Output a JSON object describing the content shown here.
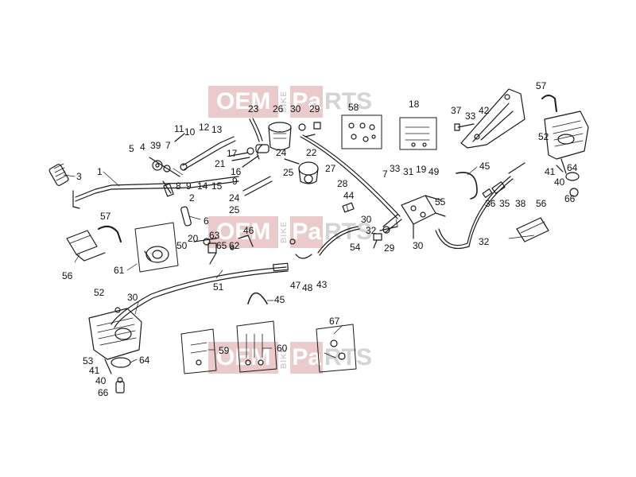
{
  "watermark": {
    "brand_left": "OEM",
    "brand_mid": "BIKE",
    "brand_right_a": "Pa",
    "brand_right_b": "RTS"
  },
  "callouts": [
    {
      "id": "c1",
      "text": "1"
    },
    {
      "id": "c2",
      "text": "2"
    },
    {
      "id": "c3",
      "text": "3"
    },
    {
      "id": "c4",
      "text": "4"
    },
    {
      "id": "c5",
      "text": "5"
    },
    {
      "id": "c6",
      "text": "6"
    },
    {
      "id": "c7a",
      "text": "7"
    },
    {
      "id": "c7b",
      "text": "7"
    },
    {
      "id": "c8",
      "text": "8"
    },
    {
      "id": "c9a",
      "text": "9"
    },
    {
      "id": "c9b",
      "text": "9"
    },
    {
      "id": "c10",
      "text": "10"
    },
    {
      "id": "c11",
      "text": "11"
    },
    {
      "id": "c12",
      "text": "12"
    },
    {
      "id": "c13",
      "text": "13"
    },
    {
      "id": "c14",
      "text": "14"
    },
    {
      "id": "c15",
      "text": "15"
    },
    {
      "id": "c16",
      "text": "16"
    },
    {
      "id": "c17",
      "text": "17"
    },
    {
      "id": "c18",
      "text": "18"
    },
    {
      "id": "c19",
      "text": "19"
    },
    {
      "id": "c20",
      "text": "20"
    },
    {
      "id": "c21",
      "text": "21"
    },
    {
      "id": "c22",
      "text": "22"
    },
    {
      "id": "c23",
      "text": "23"
    },
    {
      "id": "c24a",
      "text": "24"
    },
    {
      "id": "c24b",
      "text": "24"
    },
    {
      "id": "c25a",
      "text": "25"
    },
    {
      "id": "c25b",
      "text": "25"
    },
    {
      "id": "c26",
      "text": "26"
    },
    {
      "id": "c27",
      "text": "27"
    },
    {
      "id": "c28",
      "text": "28"
    },
    {
      "id": "c29a",
      "text": "29"
    },
    {
      "id": "c29b",
      "text": "29"
    },
    {
      "id": "c30a",
      "text": "30"
    },
    {
      "id": "c30b",
      "text": "30"
    },
    {
      "id": "c30c",
      "text": "30"
    },
    {
      "id": "c30d",
      "text": "30"
    },
    {
      "id": "c31",
      "text": "31"
    },
    {
      "id": "c32a",
      "text": "32"
    },
    {
      "id": "c32b",
      "text": "32"
    },
    {
      "id": "c33a",
      "text": "33"
    },
    {
      "id": "c33b",
      "text": "33"
    },
    {
      "id": "c35",
      "text": "35"
    },
    {
      "id": "c36",
      "text": "36"
    },
    {
      "id": "c37",
      "text": "37"
    },
    {
      "id": "c38",
      "text": "38"
    },
    {
      "id": "c39",
      "text": "39"
    },
    {
      "id": "c40a",
      "text": "40"
    },
    {
      "id": "c40b",
      "text": "40"
    },
    {
      "id": "c41a",
      "text": "41"
    },
    {
      "id": "c41b",
      "text": "41"
    },
    {
      "id": "c42",
      "text": "42"
    },
    {
      "id": "c43",
      "text": "43"
    },
    {
      "id": "c44",
      "text": "44"
    },
    {
      "id": "c45a",
      "text": "45"
    },
    {
      "id": "c45b",
      "text": "45"
    },
    {
      "id": "c46",
      "text": "46"
    },
    {
      "id": "c47",
      "text": "47"
    },
    {
      "id": "c48",
      "text": "48"
    },
    {
      "id": "c49",
      "text": "49"
    },
    {
      "id": "c50",
      "text": "50"
    },
    {
      "id": "c51",
      "text": "51"
    },
    {
      "id": "c52a",
      "text": "52"
    },
    {
      "id": "c52b",
      "text": "52"
    },
    {
      "id": "c53",
      "text": "53"
    },
    {
      "id": "c54",
      "text": "54"
    },
    {
      "id": "c55",
      "text": "55"
    },
    {
      "id": "c56a",
      "text": "56"
    },
    {
      "id": "c56b",
      "text": "56"
    },
    {
      "id": "c57a",
      "text": "57"
    },
    {
      "id": "c57b",
      "text": "57"
    },
    {
      "id": "c58",
      "text": "58"
    },
    {
      "id": "c59",
      "text": "59"
    },
    {
      "id": "c60",
      "text": "60"
    },
    {
      "id": "c61",
      "text": "61"
    },
    {
      "id": "c62",
      "text": "62"
    },
    {
      "id": "c63",
      "text": "63"
    },
    {
      "id": "c64a",
      "text": "64"
    },
    {
      "id": "c64b",
      "text": "64"
    },
    {
      "id": "c65",
      "text": "65"
    },
    {
      "id": "c66a",
      "text": "66"
    },
    {
      "id": "c66b",
      "text": "66"
    },
    {
      "id": "c67",
      "text": "67"
    }
  ]
}
